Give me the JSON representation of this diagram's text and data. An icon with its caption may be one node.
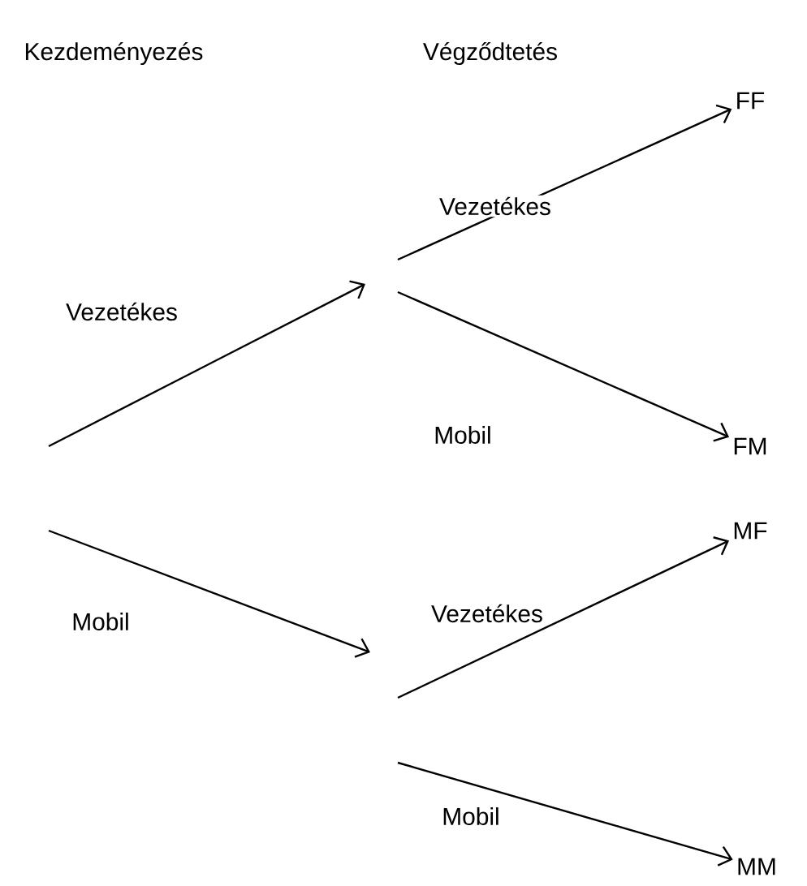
{
  "diagram": {
    "nodes": [
      {
        "text": [
          "FF"
        ]
      },
      {
        "text": [
          "FM"
        ]
      },
      {
        "text": [
          "MF"
        ]
      },
      {
        "text": [
          "MM"
        ]
      }
    ],
    "edges": [
      {
        "from": null,
        "to": 0,
        "arrow": "to",
        "label": "Vezetékes"
      },
      {
        "from": null,
        "to": 1,
        "arrow": "to",
        "label": "Mobil"
      },
      {
        "from": null,
        "to": 2,
        "arrow": "to",
        "label": "Vezetékes"
      },
      {
        "from": null,
        "to": 3,
        "arrow": "to",
        "label": "Mobil"
      }
    ],
    "labels": [
      "Kezdeményezés",
      "Végződtetés",
      "Vezetékes",
      "Mobil"
    ]
  }
}
